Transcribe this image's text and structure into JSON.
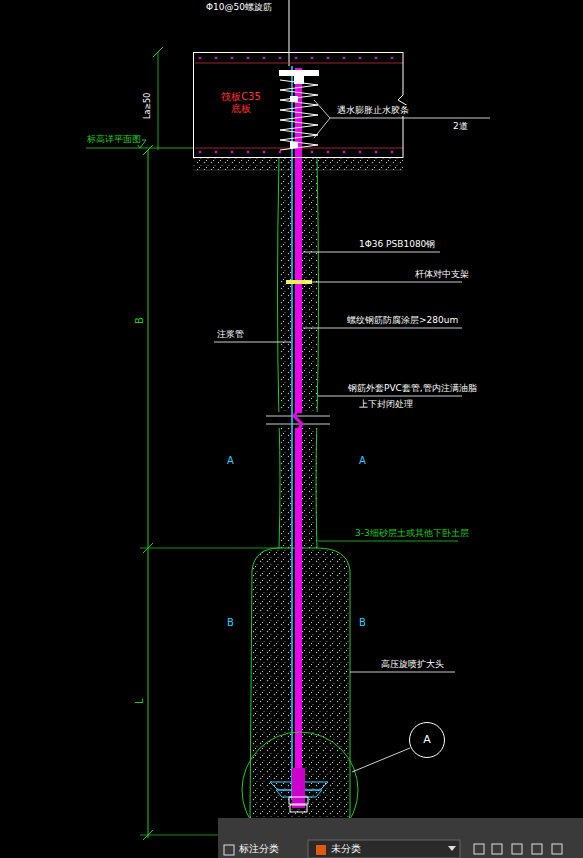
{
  "diagram": {
    "nodes": [
      {
        "text": [
          "筏板C35 底板"
        ]
      },
      {
        "text": [
          "A"
        ]
      }
    ],
    "labels": [
      "Φ10@50螺旋筋",
      "遇水膨胀止水胶条",
      "2道",
      "La≥50",
      "标高详平面图",
      "1Φ36 PSB1080钢",
      "杆体对中支架",
      "注浆管",
      "螺纹钢筋防腐涂层>280um",
      "钢筋外套PVC套管,管内注满油脂",
      "上下封闭处理",
      "A",
      "A",
      "3-3细砂层土或其他下卧土层",
      "B",
      "B",
      "高压旋喷扩大头",
      "B",
      "L",
      "标注分类",
      "未分类"
    ]
  }
}
